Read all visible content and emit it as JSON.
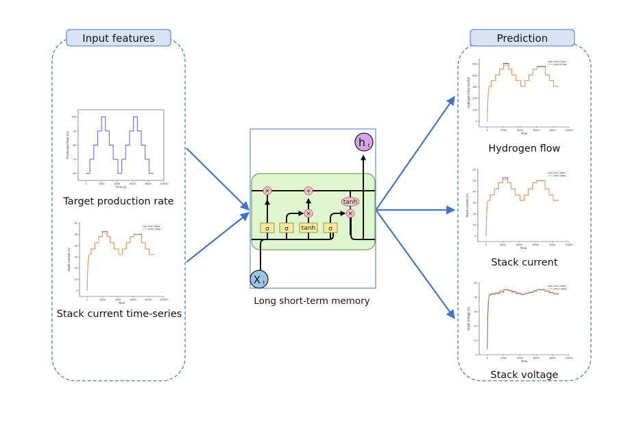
{
  "diagram": {
    "input_panel": {
      "title": "Input features",
      "items": [
        {
          "caption": "Target production rate"
        },
        {
          "caption": "Stack current time-series"
        }
      ]
    },
    "model": {
      "caption": "Long short-term memory",
      "input_label": "X",
      "input_sub": "t",
      "output_label": "h",
      "output_sub": "t",
      "gates": [
        "σ",
        "σ",
        "tanh",
        "σ"
      ],
      "ops": {
        "forget": "×",
        "add": "+",
        "input_mul": "×",
        "output_mul": "×",
        "cell_tanh": "tanh"
      }
    },
    "output_panel": {
      "title": "Prediction",
      "items": [
        {
          "caption": "Hydrogen flow"
        },
        {
          "caption": "Stack current"
        },
        {
          "caption": "Stack voltage"
        }
      ]
    },
    "colors": {
      "panel_border": "#4472c4",
      "title_fill": "#dae3f3",
      "arrow": "#4472c4",
      "cell_fill": "#dff5cf",
      "cell_border": "#7ba05b",
      "gate_fill": "#f5e9a0",
      "op_fill": "#f2c4c8",
      "xt_fill": "#9dc3e6",
      "ht_fill": "#d5a6e6"
    }
  },
  "chart_data": [
    {
      "id": "production-rate",
      "type": "line",
      "title": "",
      "xlabel": "Time (s)",
      "ylabel": "Production Rate (%)",
      "xlim": [
        -1000,
        10000
      ],
      "ylim": [
        55,
        105
      ],
      "xticks": [
        0,
        2000,
        4000,
        6000,
        8000,
        10000
      ],
      "yticks": [
        60,
        70,
        80,
        90,
        100
      ],
      "legend": null,
      "series": [
        {
          "name": "production rate",
          "color": "#5a5af0",
          "step_x": [
            0,
            500,
            1000,
            1500,
            2000,
            2500,
            3000,
            3500,
            4100,
            4600,
            5100,
            5600,
            6100,
            6600,
            7100,
            7600,
            8100,
            8700
          ],
          "step_y": [
            60,
            70,
            80,
            90,
            100,
            90,
            80,
            70,
            60,
            70,
            80,
            90,
            100,
            90,
            80,
            70,
            60,
            60
          ]
        }
      ]
    },
    {
      "id": "input-stack-current",
      "type": "line",
      "title": "",
      "xlabel": "Time",
      "ylabel": "Stack Current (A)",
      "xlim": [
        -1000,
        10000
      ],
      "ylim": [
        -5,
        60
      ],
      "xticks": [
        0,
        2000,
        4000,
        6000,
        8000,
        10000
      ],
      "yticks": [
        0,
        10,
        20,
        30,
        40,
        50,
        60
      ],
      "legend": {
        "position": "top-right",
        "entries": [
          "true i stack",
          "pred i stack"
        ]
      },
      "series": [
        {
          "name": "true i stack",
          "color": "#4a4af0",
          "step_x": [
            0,
            500,
            1000,
            1500,
            2000,
            2600,
            3000,
            3500,
            4100,
            4600,
            5100,
            5600,
            6100,
            7100,
            7600,
            8100,
            8700
          ],
          "step_y": [
            32,
            37,
            42.5,
            48,
            52.5,
            48,
            42.5,
            37,
            32,
            37,
            42.5,
            48,
            50,
            42.5,
            37,
            32,
            31.5
          ]
        },
        {
          "name": "pred i stack",
          "color": "#f5a040",
          "step_x": [
            0,
            500,
            1000,
            1500,
            2000,
            2600,
            3000,
            3500,
            4100,
            4600,
            5100,
            5600,
            6100,
            7100,
            7600,
            8100,
            8700
          ],
          "step_y": [
            32,
            37,
            42.5,
            48,
            51,
            48,
            42.5,
            37,
            32,
            37,
            42.5,
            48,
            49.7,
            42.5,
            37,
            32,
            31.5
          ]
        }
      ]
    },
    {
      "id": "hydrogen-flow",
      "type": "line",
      "title": "",
      "xlabel": "Time",
      "ylabel": "Hydrogen Flow (NL/hr)",
      "xlim": [
        -1000,
        10000
      ],
      "ylim": [
        -50,
        550
      ],
      "xticks": [
        0,
        2000,
        4000,
        6000,
        8000,
        10000
      ],
      "yticks": [
        0,
        100,
        200,
        300,
        400,
        500
      ],
      "legend": {
        "position": "top-right",
        "entries": [
          "true h2 flow",
          "pred h2 flow"
        ]
      },
      "series": [
        {
          "name": "true h2 flow",
          "color": "#4a4af0",
          "step_x": [
            0,
            500,
            1000,
            1500,
            2000,
            2600,
            3000,
            3500,
            4100,
            4600,
            5100,
            5600,
            6100,
            7100,
            7600,
            8100,
            8700
          ],
          "step_y": [
            305,
            355,
            405,
            455,
            505,
            455,
            405,
            355,
            305,
            355,
            405,
            455,
            480,
            405,
            355,
            305,
            305
          ]
        },
        {
          "name": "pred h2 flow",
          "color": "#f5a040",
          "step_x": [
            0,
            500,
            1000,
            1500,
            2000,
            2600,
            3000,
            3500,
            4100,
            4600,
            5100,
            5600,
            6100,
            7100,
            7600,
            8100,
            8700
          ],
          "step_y": [
            305,
            355,
            405,
            455,
            490,
            455,
            405,
            355,
            305,
            355,
            405,
            455,
            475,
            405,
            355,
            305,
            305
          ]
        }
      ]
    },
    {
      "id": "output-stack-current",
      "type": "line",
      "title": "",
      "xlabel": "Time",
      "ylabel": "Stack Current (A)",
      "xlim": [
        -1000,
        10000
      ],
      "ylim": [
        -5,
        60
      ],
      "xticks": [
        0,
        2000,
        4000,
        6000,
        8000,
        10000
      ],
      "yticks": [
        0,
        10,
        20,
        30,
        40,
        50,
        60
      ],
      "legend": {
        "position": "top-right",
        "entries": [
          "true i stack",
          "pred i stack"
        ]
      },
      "series": [
        {
          "name": "true i stack",
          "color": "#4a4af0",
          "step_x": [
            0,
            500,
            1000,
            1500,
            2000,
            2600,
            3000,
            3500,
            4100,
            4600,
            5100,
            5600,
            6100,
            7100,
            7600,
            8100,
            8700
          ],
          "step_y": [
            32,
            37,
            42.5,
            48,
            52.5,
            48,
            42.5,
            37,
            32,
            37,
            42.5,
            48,
            50,
            42.5,
            37,
            32,
            31.5
          ]
        },
        {
          "name": "pred i stack",
          "color": "#f5a040",
          "step_x": [
            0,
            500,
            1000,
            1500,
            2000,
            2600,
            3000,
            3500,
            4100,
            4600,
            5100,
            5600,
            6100,
            7100,
            7600,
            8100,
            8700
          ],
          "step_y": [
            32,
            37,
            42.5,
            48,
            51,
            48,
            42.5,
            37,
            32,
            37,
            42.5,
            48,
            49.7,
            42.5,
            37,
            32,
            31.5
          ]
        }
      ]
    },
    {
      "id": "stack-voltage",
      "type": "line",
      "title": "",
      "xlabel": "Time",
      "ylabel": "Stack Voltage (V)",
      "xlim": [
        -1000,
        10000
      ],
      "ylim": [
        0,
        50
      ],
      "xticks": [
        0,
        2000,
        4000,
        6000,
        8000,
        10000
      ],
      "yticks": [
        0,
        10,
        20,
        30,
        40,
        50
      ],
      "legend": {
        "position": "top-right",
        "entries": [
          "true v stack",
          "pred v stack"
        ]
      },
      "series": [
        {
          "name": "true v stack",
          "color": "#4a4af0",
          "step_x": [
            0,
            500,
            1000,
            1500,
            2000,
            2600,
            3000,
            3500,
            4100,
            4600,
            5100,
            5600,
            6100,
            7100,
            7600,
            8100,
            8700
          ],
          "step_y": [
            41.5,
            42,
            42.5,
            43.5,
            45,
            44.5,
            43.5,
            42.5,
            41.8,
            42.5,
            43.2,
            44.2,
            45,
            44,
            43,
            42.2,
            41.8
          ]
        },
        {
          "name": "pred v stack",
          "color": "#f5a040",
          "step_x": [
            0,
            500,
            1000,
            1500,
            2000,
            2600,
            3000,
            3500,
            4100,
            4600,
            5100,
            5600,
            6100,
            7100,
            7600,
            8100,
            8700
          ],
          "step_y": [
            42,
            42.5,
            43,
            44.5,
            45.3,
            44.8,
            44,
            43,
            42.2,
            42.8,
            43.6,
            44.6,
            45.3,
            44.3,
            43.4,
            42.5,
            42
          ]
        }
      ]
    }
  ]
}
